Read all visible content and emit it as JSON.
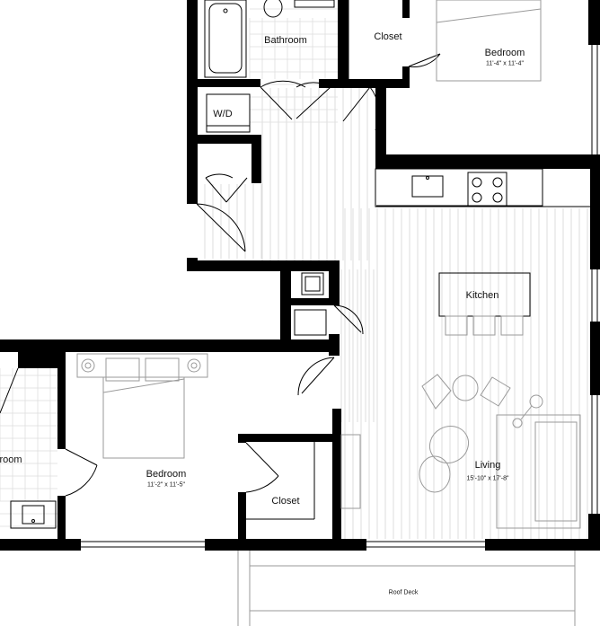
{
  "rooms": {
    "bathroom_top": {
      "name": "Bathroom"
    },
    "closet_top": {
      "name": "Closet"
    },
    "bedroom_top": {
      "name": "Bedroom",
      "dimensions": "11'-4\" x 11'-4\""
    },
    "laundry": {
      "name": "W/D"
    },
    "kitchen": {
      "name": "Kitchen"
    },
    "bedroom_bottom": {
      "name": "Bedroom",
      "dimensions": "11'-2\" x 11'-5\""
    },
    "bathroom_left": {
      "name": "room"
    },
    "closet_bottom": {
      "name": "Closet"
    },
    "living": {
      "name": "Living",
      "dimensions": "15'-10\" x 17'-8\""
    },
    "roof_deck": {
      "name": "Roof Deck"
    }
  }
}
